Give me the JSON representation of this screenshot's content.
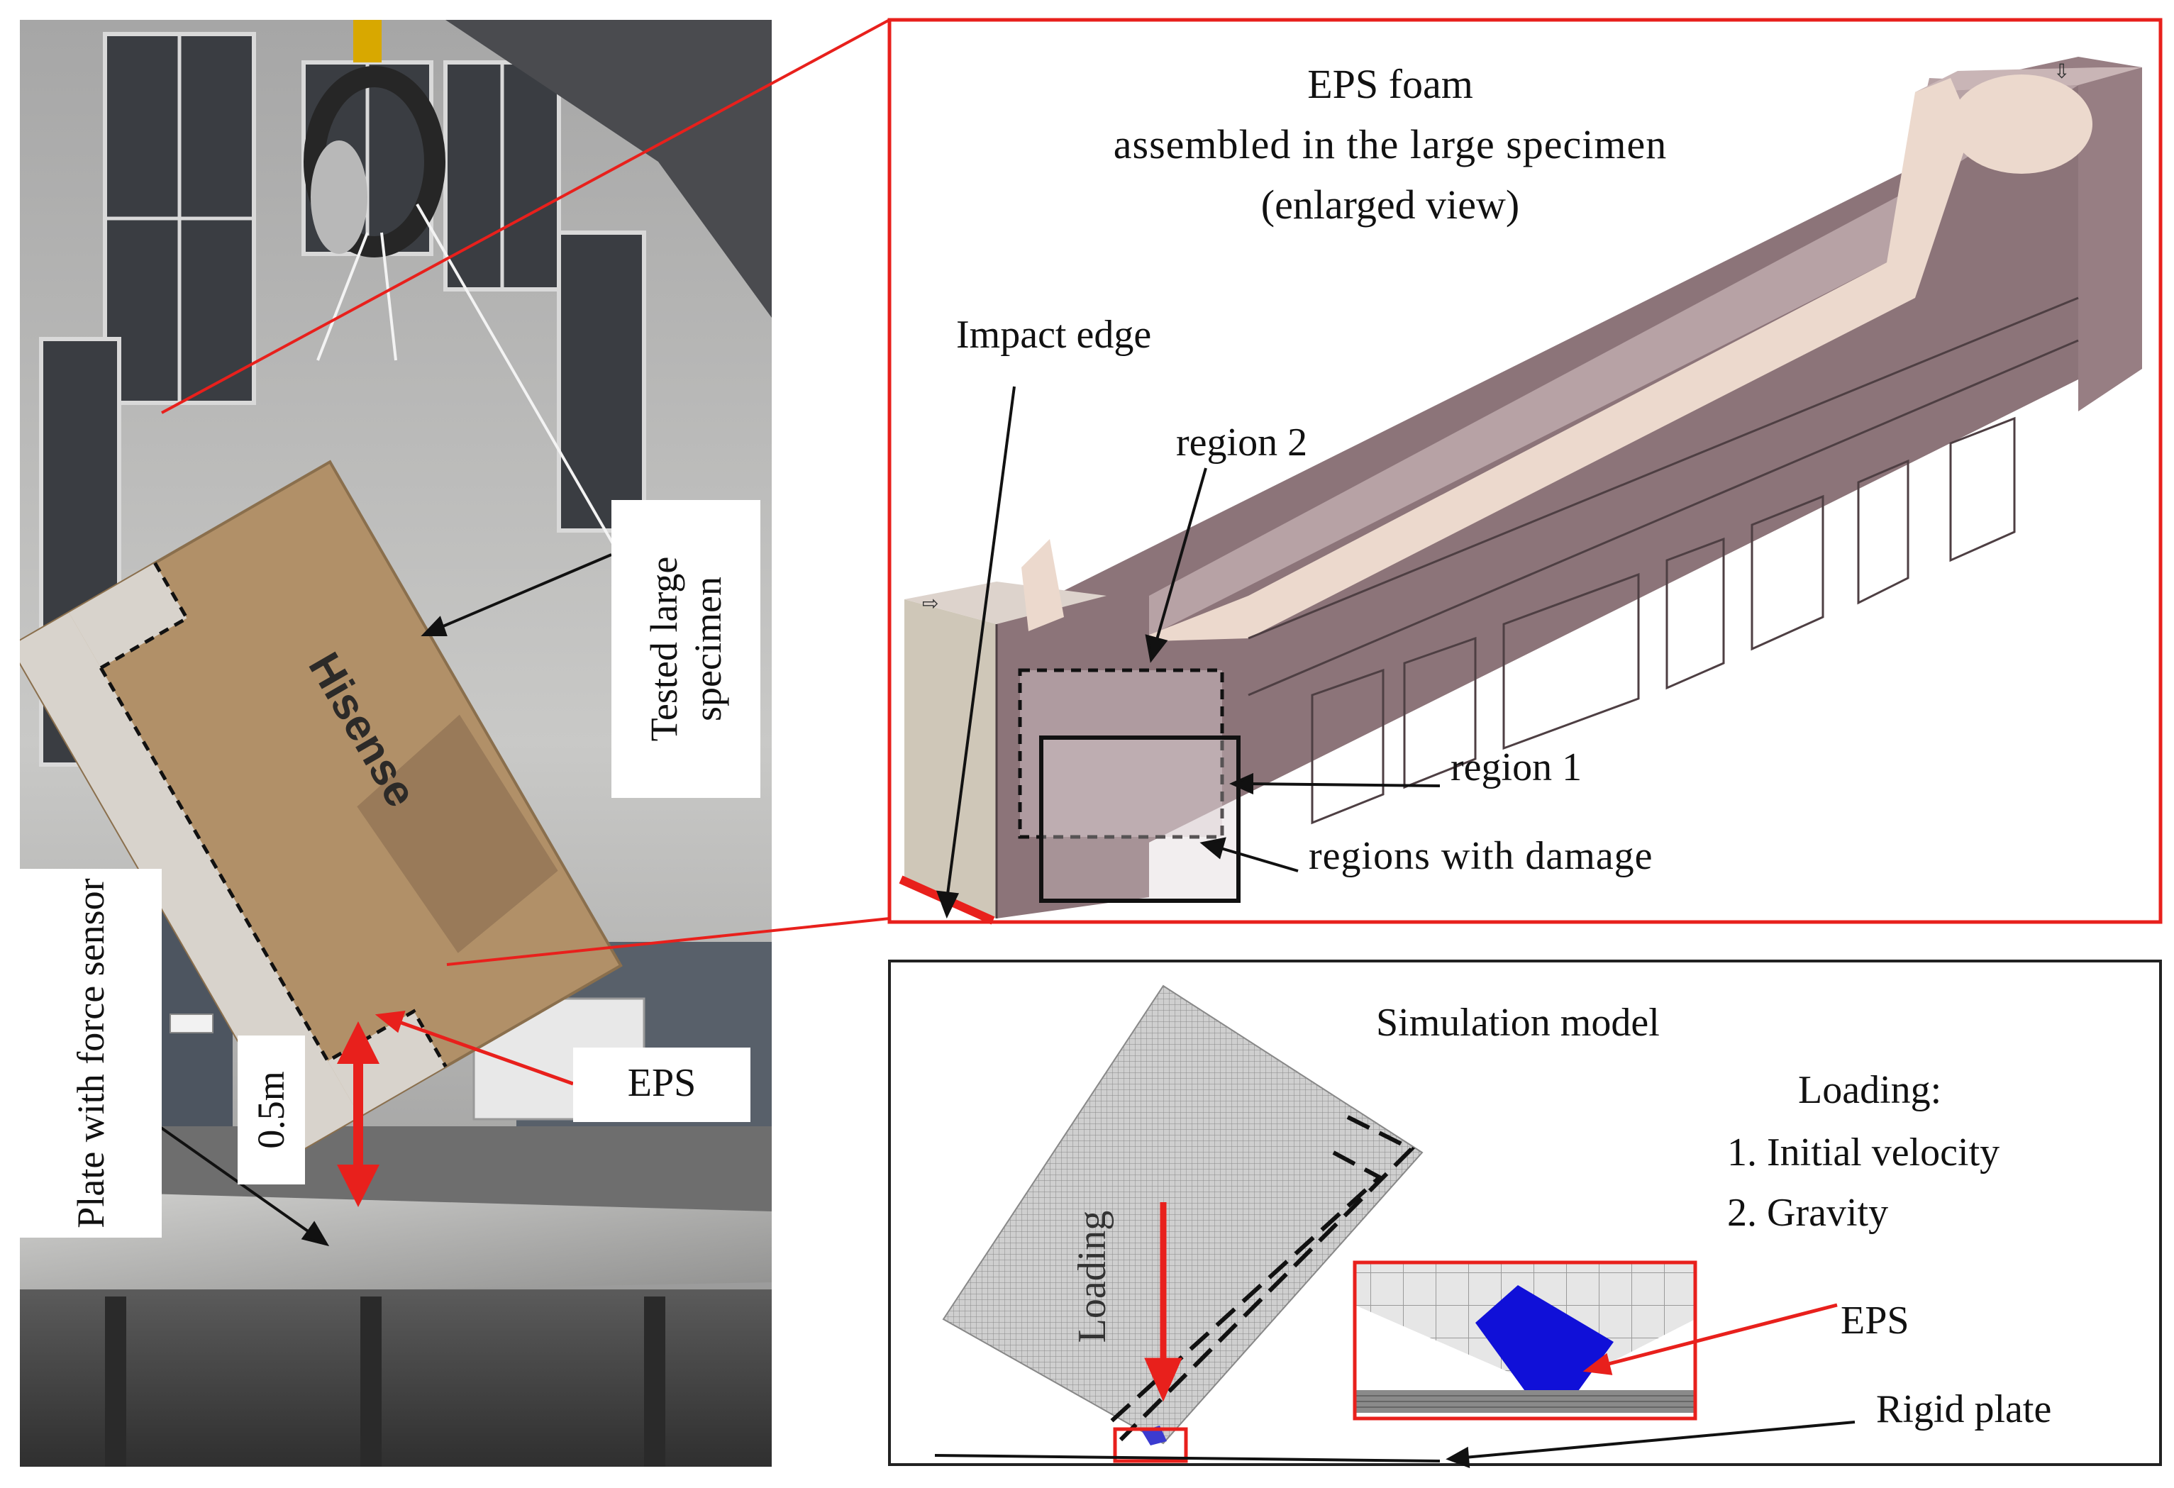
{
  "photo": {
    "brand_text": "Hisense",
    "tested_specimen_label": "Tested large specimen",
    "plate_sensor_label": "Plate with force sensor",
    "eps_label": "EPS",
    "drop_height_label": "0.5m"
  },
  "enlarged_view": {
    "title_line1": "EPS foam",
    "title_line2": "assembled in the large specimen",
    "title_line3": "(enlarged view)",
    "impact_edge_label": "Impact edge",
    "region2_label": "region 2",
    "region1_label": "region 1",
    "damage_label": "regions with damage"
  },
  "simulation": {
    "title": "Simulation model",
    "loading_heading": "Loading:",
    "loading_item1": "1. Initial velocity",
    "loading_item2": "2. Gravity",
    "loading_arrow_label": "Loading",
    "eps_label": "EPS",
    "rigid_plate_label": "Rigid plate"
  },
  "colors": {
    "red": "#e8201c",
    "foam": "#8c7479",
    "foam_light": "#b7a2a5",
    "foam_inner": "#ecd9cd",
    "cardboard": "#b19068",
    "eps_blue": "#1010d8"
  }
}
